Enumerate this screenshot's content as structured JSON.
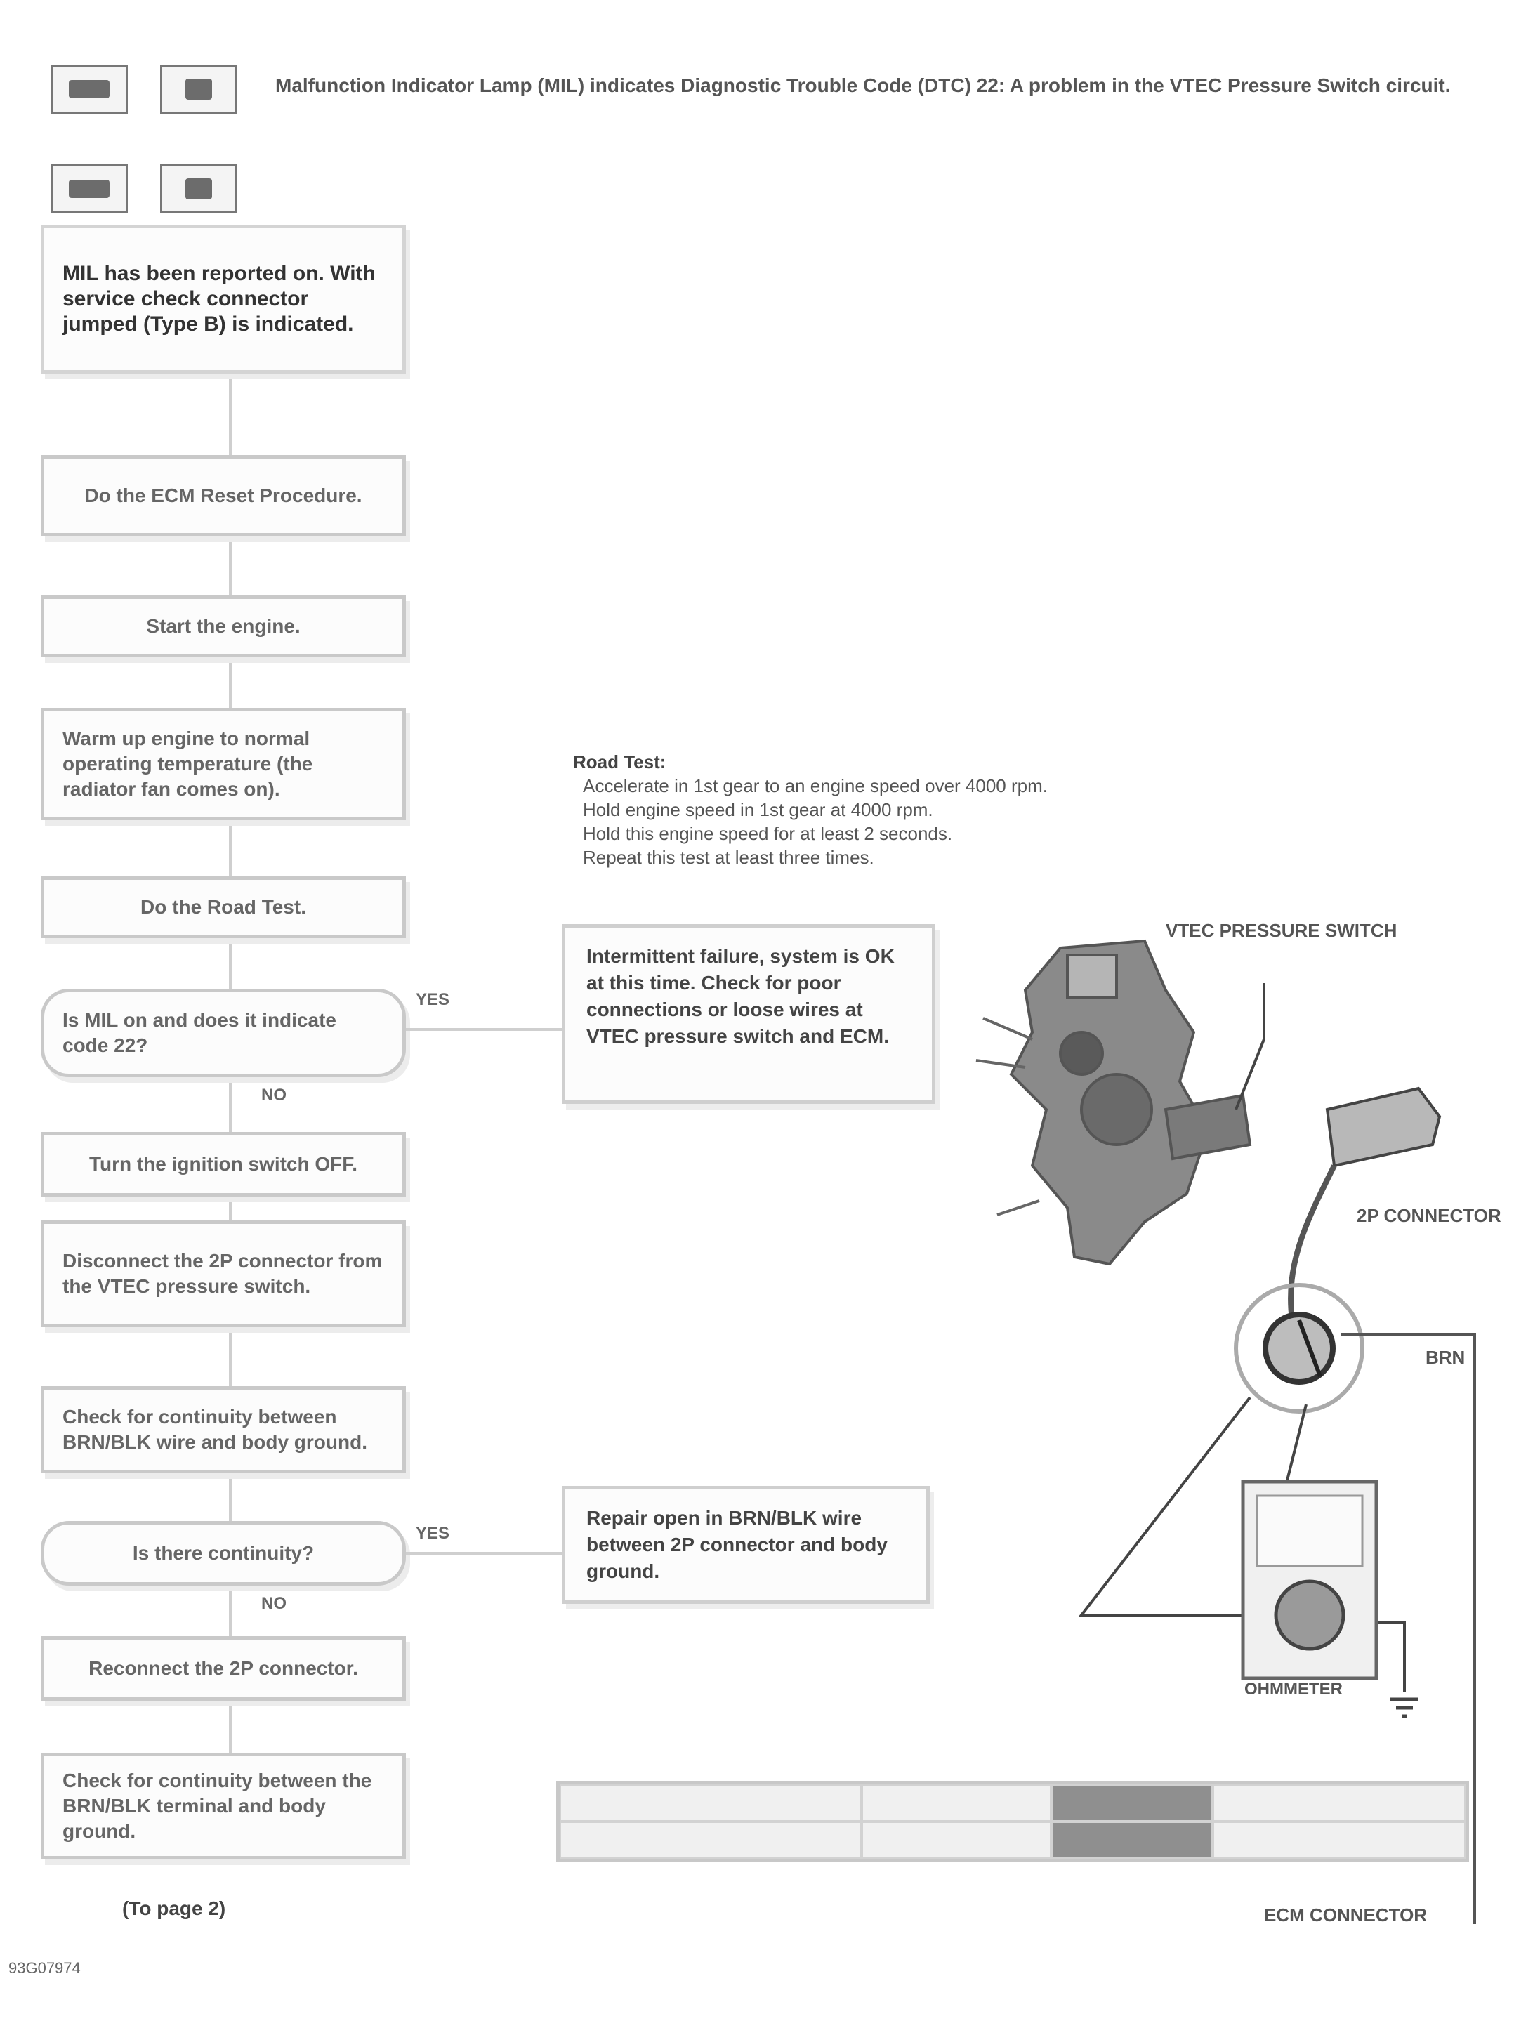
{
  "header": {
    "icon1": "wrench-icon",
    "icon2": "screwdriver-icon",
    "title": "Malfunction Indicator Lamp (MIL) indicates Diagnostic Trouble Code (DTC) 22: A problem in the VTEC Pressure Switch circuit."
  },
  "sub_icons": {
    "icon1": "wrench-icon",
    "icon2": "screwdriver-icon"
  },
  "flow": {
    "steps": [
      "MIL has been reported on. With service check connector jumped (Type B) is indicated.",
      "Do the ECM Reset Procedure.",
      "Start the engine.",
      "Warm up engine to normal operating temperature (the radiator fan comes on).",
      "Do the Road Test.",
      "Is MIL on and does it indicate code 22?",
      "Turn the ignition switch OFF.",
      "Disconnect the 2P connector from the VTEC pressure switch.",
      "Check for continuity between BRN/BLK wire and body ground.",
      "Is there continuity?",
      "Reconnect the 2P connector.",
      "Check for continuity between the BRN/BLK terminal and body ground."
    ],
    "yes_label": "YES",
    "no_label": "NO",
    "footer": "(To page 2)"
  },
  "note": {
    "title": "Road Test:",
    "lines": [
      "Accelerate in 1st gear to an engine speed over 4000 rpm.",
      "Hold engine speed in 1st gear at 4000 rpm.",
      "Hold this engine speed for at least 2 seconds.",
      "Repeat this test at least three times."
    ]
  },
  "result_boxes": {
    "r1": "Intermittent failure, system is OK at this time. Check for poor connections or loose wires at VTEC pressure switch and ECM.",
    "r2": "Repair open in BRN/BLK wire between 2P connector and body ground."
  },
  "diagram": {
    "pressure_switch_label": "VTEC PRESSURE SWITCH",
    "connector_label": "2P CONNECTOR",
    "wire_label": "BRN",
    "ground_label": "GROUND",
    "meter_label": "OHMMETER",
    "ecm_label": "ECM CONNECTOR"
  },
  "caption": "93G07974"
}
